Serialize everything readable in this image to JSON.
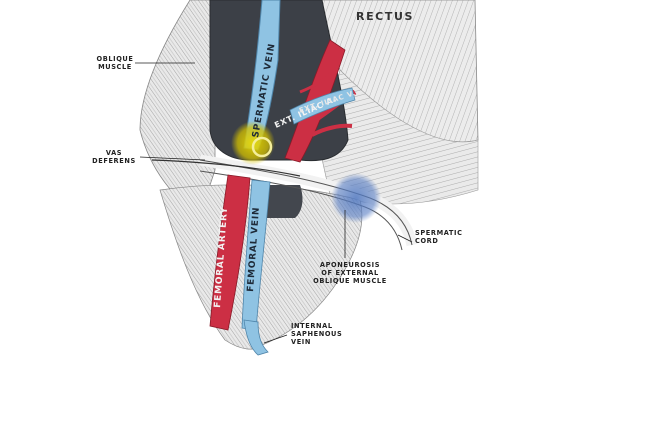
{
  "labels": {
    "rectus": "RECTUS",
    "oblique_muscle": "OBLIQUE\nMUSCLE",
    "vas_deferens": "VAS\nDEFERENS",
    "spermatic_cord": "SPERMATIC\nCORD",
    "aponeurosis": "APONEUROSIS\nOF EXTERNAL\nOBLIQUE MUSCLE",
    "internal_saphenous": "INTERNAL\nSAPHENOUS\nVEIN",
    "spermatic_vein": "SPERMATIC VEIN",
    "ext_iliac_a": "EXT. ILIAC A.",
    "ext_iliac_v": "EXT. ILIAC V.",
    "femoral_artery": "FEMORAL ARTERY",
    "femoral_vein": "FEMORAL VEIN"
  },
  "highlights": [
    {
      "name": "yellow-marker",
      "color": "#d4c200"
    },
    {
      "name": "blue-marker",
      "color": "#5a7fc4"
    }
  ],
  "colors": {
    "artery": "#cc2f44",
    "vein": "#8fc3e3",
    "muscle_dark": "#3c4047",
    "background": "#ffffff"
  }
}
